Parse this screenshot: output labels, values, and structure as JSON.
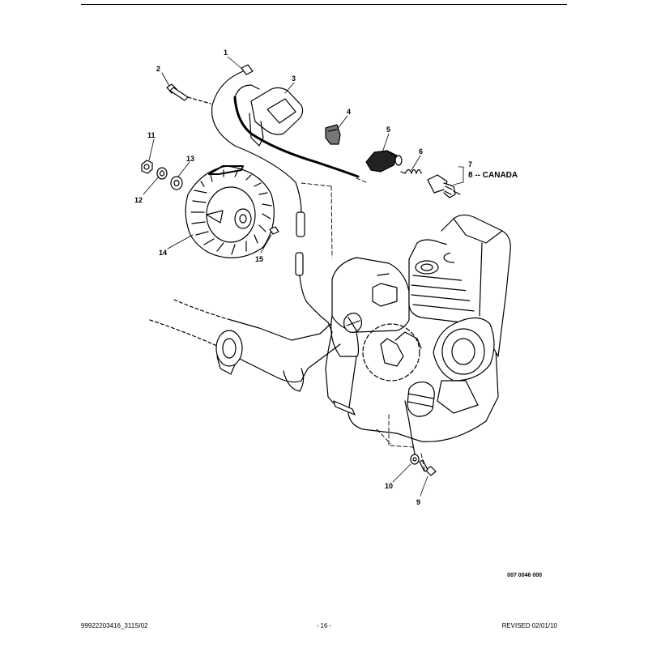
{
  "callouts": {
    "c1": "1",
    "c2": "2",
    "c3": "3",
    "c4": "4",
    "c5": "5",
    "c6": "6",
    "c7": "7",
    "c8": "8 -- CANADA",
    "c9": "9",
    "c10": "10",
    "c11": "11",
    "c12": "12",
    "c13": "13",
    "c14": "14",
    "c15": "15"
  },
  "drawing_id": "007 0046 000",
  "footer": {
    "left": "99922203416_311S/02",
    "center": "- 16 -",
    "right": "REVISED 02/01/10"
  }
}
